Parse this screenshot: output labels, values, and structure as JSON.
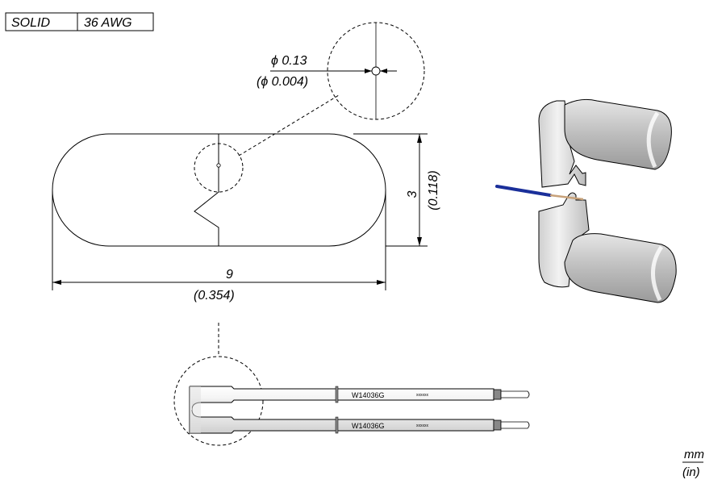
{
  "spec_box": {
    "type": "SOLID",
    "gauge": "36 AWG"
  },
  "detail_callout": {
    "diameter_mm": "ϕ 0.13",
    "diameter_in": "(ϕ 0.004)"
  },
  "dimensions": {
    "height_mm": "3",
    "height_in": "(0.118)",
    "width_mm": "9",
    "width_in": "(0.354)"
  },
  "tips": [
    {
      "part_number": "W14036G",
      "code": "xxxxxx"
    },
    {
      "part_number": "W14036G",
      "code": "xxxxxx"
    }
  ],
  "units": {
    "primary": "mm",
    "secondary": "(in)"
  },
  "colors": {
    "wire_insulation": "#1a2f9a",
    "wire_core": "#c8a27a",
    "tip_gray": "#d6d6d6"
  }
}
